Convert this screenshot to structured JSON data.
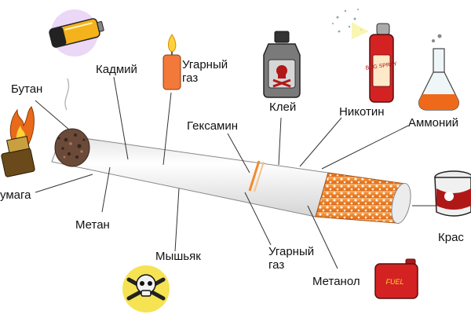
{
  "labels": {
    "butane": "Бутан",
    "cadmium": "Кадмий",
    "carbon_monoxide_top": "Угарный газ",
    "glue": "Клей",
    "nicotine": "Никотин",
    "ammonium": "Аммоний",
    "hexamine": "Гексамин",
    "paper": "умага",
    "methane": "Метан",
    "arsenic": "Мышьяк",
    "carbon_monoxide_bottom": "Угарный газ",
    "methanol": "Метанол",
    "paint": "Крас"
  },
  "icon_text": {
    "bug_spray": "BUG SPRAY",
    "fuel": "FUEL"
  },
  "colors": {
    "filter": "#f28a2e",
    "filter_spots": "#c9601a",
    "paper": "#f4f4f4",
    "ash": "#6b4a3a",
    "leader_lines": "#333333"
  }
}
